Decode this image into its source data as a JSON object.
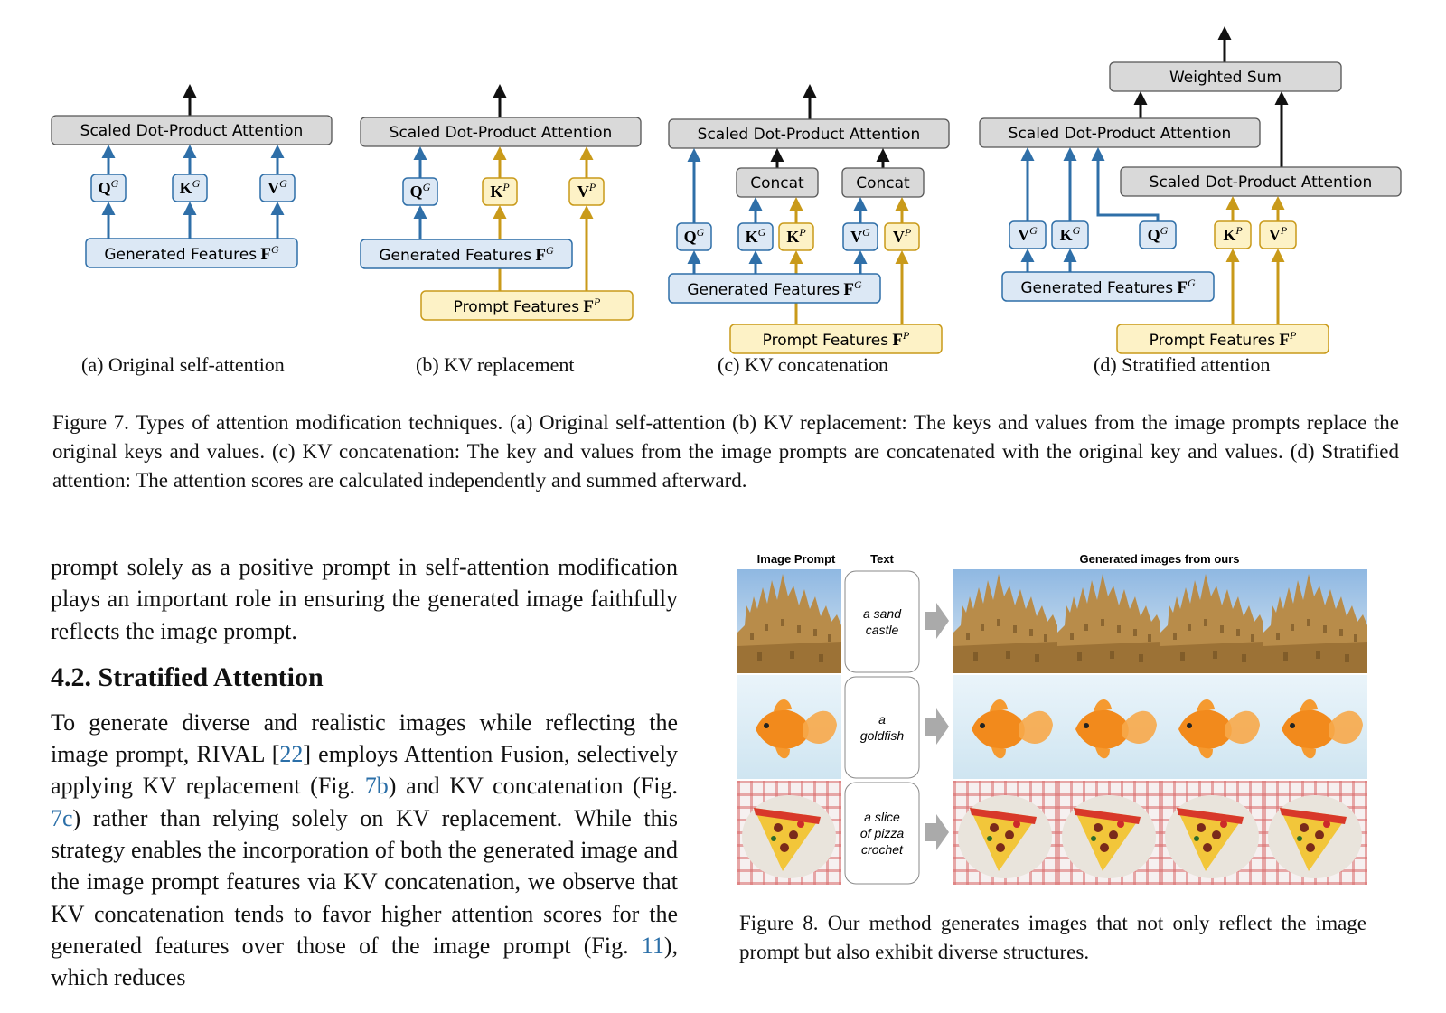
{
  "figure7": {
    "panels": [
      {
        "id": "a",
        "caption": "(a) Original self-attention"
      },
      {
        "id": "b",
        "caption": "(b) KV replacement"
      },
      {
        "id": "c",
        "caption": "(c) KV concatenation"
      },
      {
        "id": "d",
        "caption": "(d) Stratified attention"
      }
    ],
    "labels": {
      "sdpa": "Scaled Dot-Product Attention",
      "concat": "Concat",
      "weighted_sum": "Weighted Sum",
      "generated_features": "Generated Features",
      "prompt_features": "Prompt Features",
      "F": "F",
      "Q": "Q",
      "K": "K",
      "V": "V",
      "sup_G": "G",
      "sup_P": "P"
    },
    "colors": {
      "blue_fill": "#dce8f5",
      "blue_stroke": "#2f6fa8",
      "yellow_fill": "#fdf2c6",
      "yellow_stroke": "#c99a1a",
      "gray_fill": "#d9d9d9",
      "gray_stroke": "#555555"
    },
    "caption": "Figure 7. Types of attention modification techniques. (a) Original self-attention (b) KV replacement: The keys and values from the image prompts replace the original keys and values. (c) KV concatenation: The key and values from the image prompts are concatenated with the original key and values. (d) Stratified attention: The attention scores are calculated independently and summed afterward."
  },
  "body": {
    "para1": "prompt solely as a positive prompt in self-attention modification plays an important role in ensuring the generated image faithfully reflects the image prompt.",
    "section_heading": "4.2. Stratified Attention",
    "para2_parts": [
      "To generate diverse and realistic images while reflecting the image prompt, RIVAL [",
      "22",
      "] employs Attention Fusion, selectively applying KV replacement (Fig. ",
      "7b",
      ") and KV concatenation (Fig. ",
      "7c",
      ") rather than relying solely on KV replacement. While this strategy enables the incorporation of both the generated image and the image prompt features via KV concatenation, we observe that KV concatenation tends to favor higher attention scores for the generated features over those of the image prompt (Fig. ",
      "11",
      "), which reduces"
    ]
  },
  "figure8": {
    "headers": {
      "image_prompt": "Image Prompt",
      "text": "Text",
      "generated": "Generated images from ours"
    },
    "rows": [
      {
        "text_lines": [
          "a sand",
          "castle"
        ],
        "subject": "sand castle"
      },
      {
        "text_lines": [
          "a",
          "goldfish"
        ],
        "subject": "goldfish"
      },
      {
        "text_lines": [
          "a slice",
          "of pizza",
          "crochet"
        ],
        "subject": "crochet pizza"
      }
    ],
    "caption": "Figure 8. Our method generates images that not only reflect the image prompt but also exhibit diverse structures."
  }
}
